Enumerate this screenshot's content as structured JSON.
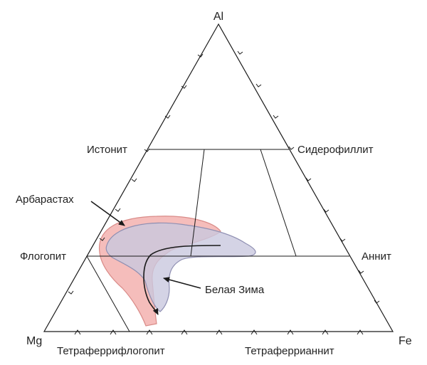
{
  "title": "",
  "vertices": {
    "top": "Al",
    "left": "Mg",
    "right": "Fe"
  },
  "side_labels": {
    "left_upper": "Истонит",
    "right_upper": "Сидерофиллит",
    "left_lower": "Флогопит",
    "right_lower": "Аннит"
  },
  "bottom_labels": {
    "left": "Тетраферрифлогопит",
    "right": "Тетраферрианнит"
  },
  "field_labels": {
    "pink": "Арбарастах",
    "blue": "Белая Зима"
  },
  "colors": {
    "line": "#1a1a1a",
    "pink_fill": "#f4b6b4",
    "pink_stroke": "#d98b88",
    "blue_fill": "#c9c8de",
    "blue_stroke": "#8f8fb2"
  }
}
